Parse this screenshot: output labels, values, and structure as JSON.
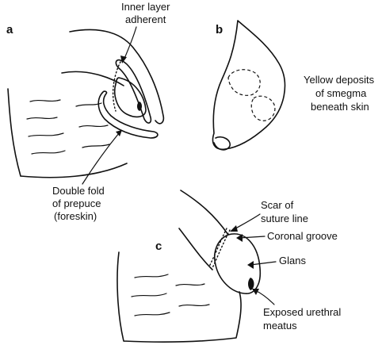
{
  "panels": {
    "a": "a",
    "b": "b",
    "c": "c"
  },
  "labels": {
    "inner_layer": [
      "Inner layer",
      "adherent"
    ],
    "double_fold": [
      "Double fold",
      "of prepuce",
      "(foreskin)"
    ],
    "yellow_deposits": [
      "Yellow deposits",
      "of smegma",
      "beneath skin"
    ],
    "scar": [
      "Scar of",
      "suture line"
    ],
    "coronal_groove": [
      "Coronal groove"
    ],
    "glans": [
      "Glans"
    ],
    "urethral_meatus": [
      "Exposed urethral",
      "meatus"
    ]
  }
}
